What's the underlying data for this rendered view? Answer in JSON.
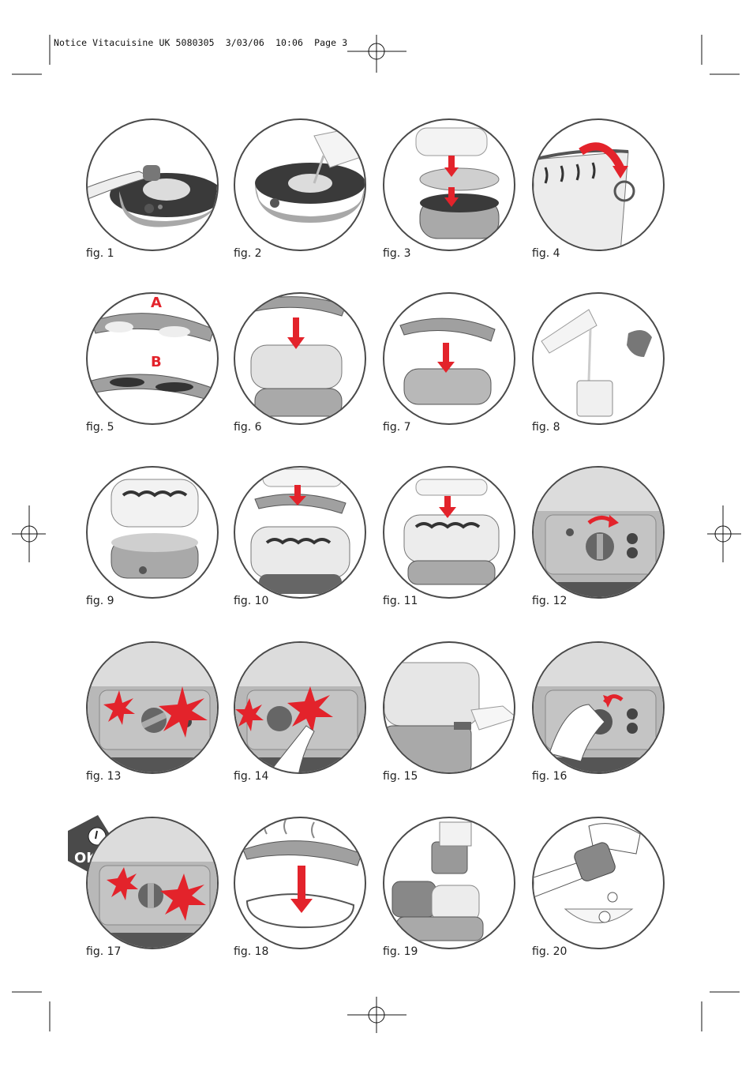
{
  "header": {
    "text": "Notice Vitacuisine UK 5080305  3/03/06  10:06  Page 3"
  },
  "figures": [
    {
      "label": "fig. 1"
    },
    {
      "label": "fig. 2"
    },
    {
      "label": "fig. 3"
    },
    {
      "label": "fig. 4"
    },
    {
      "label": "fig. 5"
    },
    {
      "label": "fig. 6"
    },
    {
      "label": "fig. 7"
    },
    {
      "label": "fig. 8"
    },
    {
      "label": "fig. 9"
    },
    {
      "label": "fig. 10"
    },
    {
      "label": "fig. 11"
    },
    {
      "label": "fig. 12"
    },
    {
      "label": "fig. 13"
    },
    {
      "label": "fig. 14"
    },
    {
      "label": "fig. 15"
    },
    {
      "label": "fig. 16"
    },
    {
      "label": "fig. 17"
    },
    {
      "label": "fig. 18"
    },
    {
      "label": "fig. 19"
    },
    {
      "label": "fig. 20"
    }
  ],
  "fig5_letters": {
    "a": "A",
    "b": "B"
  },
  "fig17_badge": {
    "text": "OK"
  },
  "colors": {
    "accent": "#e3232b",
    "outline": "#4a4a4a",
    "steel": "#9a9a9a"
  }
}
